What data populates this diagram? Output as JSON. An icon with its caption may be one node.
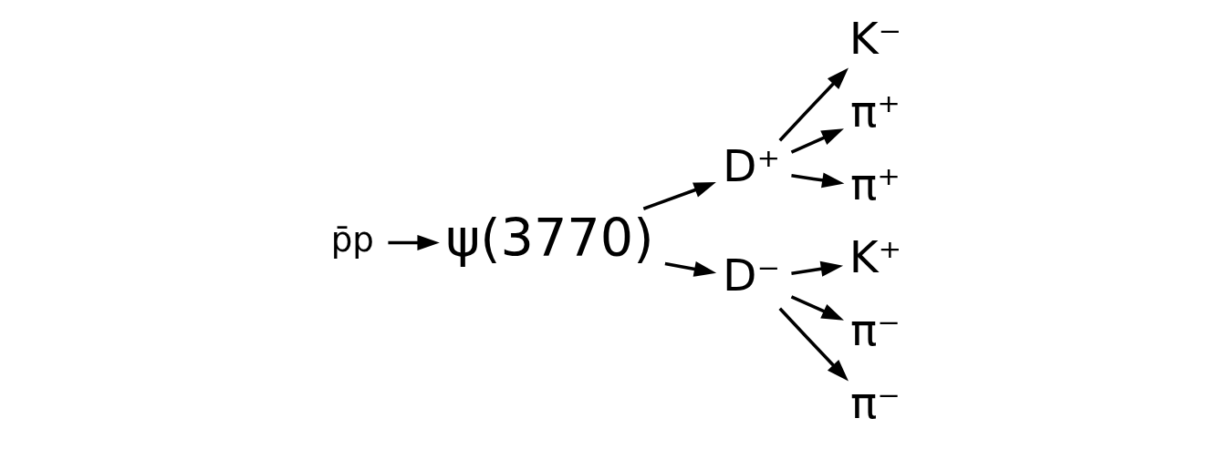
{
  "diagram": {
    "nodes": [
      {
        "text": [
          "p̄p"
        ]
      },
      {
        "text": [
          "ψ(3770)"
        ]
      },
      {
        "text": [
          "D⁺"
        ]
      },
      {
        "text": [
          "D⁻"
        ]
      },
      {
        "text": [
          "K⁻"
        ]
      },
      {
        "text": [
          "π⁺"
        ]
      },
      {
        "text": [
          "π⁺"
        ]
      },
      {
        "text": [
          "K⁺"
        ]
      },
      {
        "text": [
          "π⁻"
        ]
      },
      {
        "text": [
          "π⁻"
        ]
      }
    ],
    "edges": [
      {
        "from": 0,
        "to": 1,
        "arrow": "to"
      },
      {
        "from": 1,
        "to": 2,
        "arrow": "to"
      },
      {
        "from": 1,
        "to": 3,
        "arrow": "to"
      },
      {
        "from": 2,
        "to": 4,
        "arrow": "to"
      },
      {
        "from": 2,
        "to": 5,
        "arrow": "to"
      },
      {
        "from": 2,
        "to": 6,
        "arrow": "to"
      },
      {
        "from": 3,
        "to": 7,
        "arrow": "to"
      },
      {
        "from": 3,
        "to": 8,
        "arrow": "to"
      },
      {
        "from": 3,
        "to": 9,
        "arrow": "to"
      }
    ]
  }
}
